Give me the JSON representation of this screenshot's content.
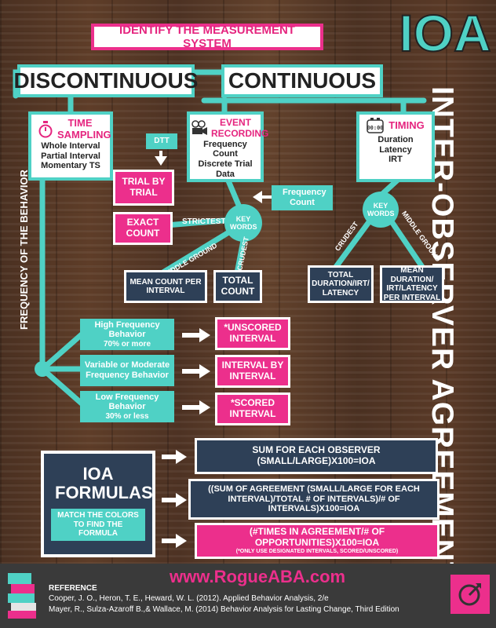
{
  "header": {
    "identify": "IDENTIFY THE MEASUREMENT SYSTEM",
    "ioa": "IOA",
    "side": "INTER-OBSERVER AGREEMENT"
  },
  "systems": {
    "discontinuous": "DISCONTINUOUS",
    "continuous": "CONTINUOUS"
  },
  "time_sampling": {
    "title": "TIME SAMPLING",
    "items": [
      "Whole Interval",
      "Partial Interval",
      "Momentary TS"
    ]
  },
  "event_recording": {
    "title": "EVENT RECORDING",
    "items": [
      "Frequency",
      "Count",
      "Discrete Trial Data"
    ]
  },
  "timing": {
    "title": "TIMING",
    "items": [
      "Duration",
      "Latency",
      "IRT"
    ]
  },
  "event_branch": {
    "dtt": "DTT",
    "trial_by_trial": "TRIAL BY TRIAL",
    "exact_count": "EXACT COUNT",
    "strictest": "STRICTEST",
    "frequency_count": "Frequency Count",
    "key_words": "KEY WORDS",
    "middle_ground": "MIDDLE GROUND",
    "crudest": "CRUDEST",
    "mean_count": "MEAN COUNT PER INTERVAL",
    "total_count": "TOTAL COUNT"
  },
  "timing_branch": {
    "key_words": "KEY WORDS",
    "crudest": "CRUDEST",
    "middle_ground": "MIDDLE GROUND",
    "total_duration": "TOTAL DURATION/IRT/ LATENCY",
    "mean_duration": "MEAN DURATION/ IRT/LATENCY PER INTERVAL"
  },
  "frequency_axis": "FREQUENCY OF THE BEHAVIOR",
  "frequency_rows": [
    {
      "title": "High Frequency Behavior",
      "sub": "70% or more",
      "result": "*UNSCORED INTERVAL"
    },
    {
      "title": "Variable or Moderate Frequency Behavior",
      "sub": "",
      "result": "INTERVAL BY INTERVAL"
    },
    {
      "title": "Low Frequency Behavior",
      "sub": "30% or less",
      "result": "*SCORED INTERVAL"
    }
  ],
  "formulas": {
    "title": "IOA FORMULAS",
    "match": "MATCH THE COLORS TO FIND THE FORMULA",
    "f1": "SUM FOR EACH OBSERVER (SMALL/LARGE)X100=IOA",
    "f2": "((SUM OF AGREEMENT (SMALL/LARGE FOR EACH INTERVAL)/TOTAL # OF INTERVALS)/# OF INTERVALS)X100=IOA",
    "f3": "(#TIMES IN AGREEMENT/# OF OPPORTUNITIES)X100=IOA",
    "f3_note": "(*ONLY USE DESIGNATED INTERVALS, SCORED/UNSCORED)"
  },
  "footer": {
    "site": "www.RogueABA.com",
    "reference_label": "REFERENCE",
    "ref1": "Cooper, J. O., Heron, T. E., Heward, W. L.  (2012). Applied Behavior Analysis, 2/e",
    "ref2": "Mayer, R., Sulza-Azaroff B.,& Wallace, M. (2014) Behavior Analysis for Lasting Change, Third Edition"
  },
  "colors": {
    "teal": "#4fd1c5",
    "pink": "#ec2f8c",
    "navy": "#2e4057",
    "magenta": "#e5257f",
    "footer": "#3a3a3a"
  },
  "icons": [
    "stopwatch-icon",
    "movie-camera-icon",
    "digital-timer-icon",
    "books-icon",
    "logo-icon"
  ]
}
